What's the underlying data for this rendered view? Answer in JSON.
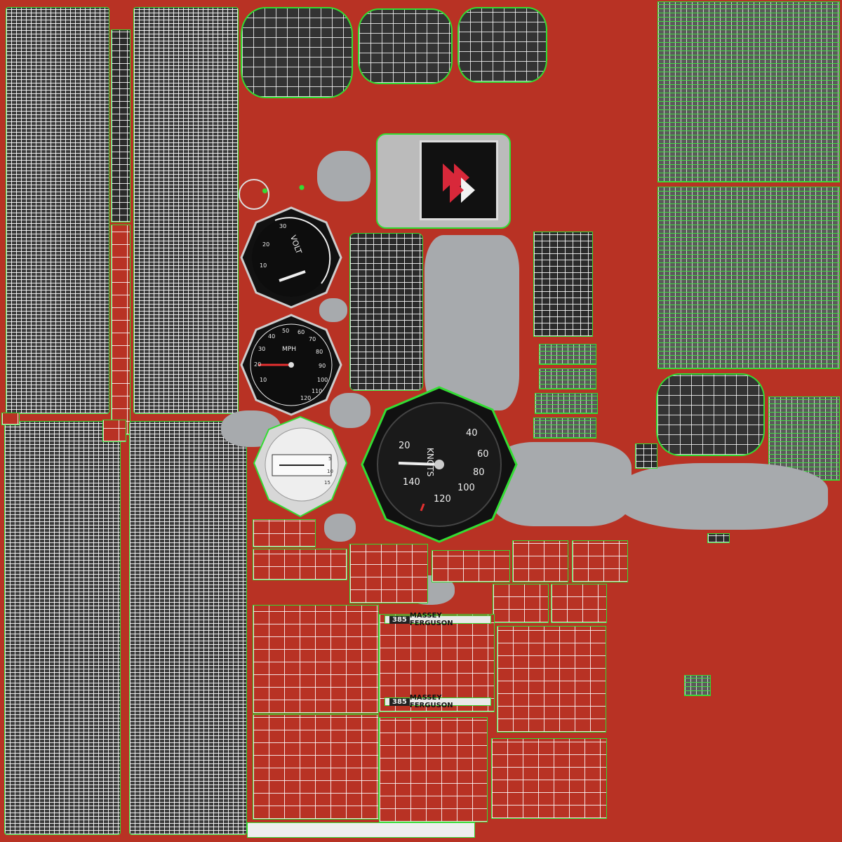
{
  "gauges": {
    "volt": {
      "unit": "VOLT",
      "ticks": [
        "10",
        "20",
        "30"
      ]
    },
    "speed": {
      "unit": "MPH",
      "ticks": [
        "10",
        "20",
        "30",
        "40",
        "50",
        "60",
        "70",
        "80",
        "90",
        "100",
        "110",
        "120"
      ]
    },
    "airspeed": {
      "unit": "KNOTS",
      "ticks": [
        "20",
        "40",
        "60",
        "80",
        "100",
        "120",
        "140"
      ]
    },
    "attitude": {
      "ticks": [
        "5",
        "10",
        "15"
      ]
    }
  },
  "decals": {
    "top": {
      "number": "385",
      "brand": "MASSEY FERGUSON"
    },
    "bottom": {
      "number": "385",
      "brand": "MASSEY FERGUSON"
    }
  },
  "colors": {
    "background": "#b83224",
    "wire": "#ffffff",
    "seam": "#33dd33",
    "fill_gray": "#a7aaad",
    "dark": "#2b2b2b"
  }
}
